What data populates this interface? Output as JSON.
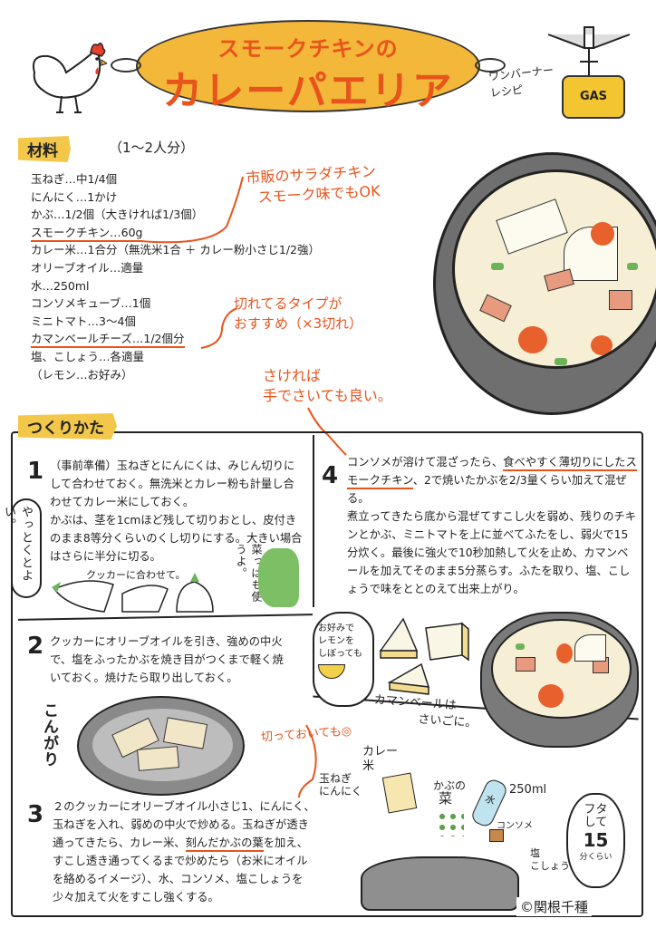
{
  "title": {
    "sub": "スモークチキンの",
    "main": "カレーパエリア"
  },
  "one_burner_label": [
    "ワンバーナー",
    "レシピ"
  ],
  "gas_label": "GAS",
  "ingredients": {
    "heading": "材料",
    "servings": "（1〜2人分）",
    "items": [
      {
        "text": "玉ねぎ…中1/4個",
        "underline": false
      },
      {
        "text": "にんにく…1かけ",
        "underline": false
      },
      {
        "text": "かぶ…1/2個（大きければ1/3個）",
        "underline": false
      },
      {
        "text": "スモークチキン…60g",
        "underline": true
      },
      {
        "text": "カレー米…1合分（無洗米1合 ＋ カレー粉小さじ1/2強）",
        "underline": false
      },
      {
        "text": "オリーブオイル…適量",
        "underline": false
      },
      {
        "text": "水…250ml",
        "underline": false
      },
      {
        "text": "コンソメキューブ…1個",
        "underline": false
      },
      {
        "text": "ミニトマト…3〜4個",
        "underline": false
      },
      {
        "text": "カマンベールチーズ…1/2個分",
        "underline": true
      },
      {
        "text": "塩、こしょう…各適量",
        "underline": false
      },
      {
        "text": "（レモン…お好み）",
        "underline": false
      }
    ]
  },
  "notes": {
    "chicken": [
      "市販のサラダチキン",
      "スモーク味でもOK"
    ],
    "cheese": [
      "切れてるタイプが",
      "おすすめ（×3切れ）"
    ],
    "tear": [
      "さければ",
      "手でさいても良い。"
    ],
    "precut": "切っておいても◎"
  },
  "method": {
    "heading": "つくりかた",
    "steps": [
      {
        "num": "1",
        "parts": [
          {
            "t": "（事前準備）玉ねぎとにんにくは、みじん切りにして合わせておく。無洗米とカレー粉も計量し合わせてカレー米にしておく。"
          },
          {
            "t": "かぶは、茎を1cmほど残して切りおとし、皮付きのまま8等分くらいのくし切りにする。大きい場合はさらに半分に切る。"
          }
        ]
      },
      {
        "num": "2",
        "parts": [
          {
            "t": "クッカーにオリーブオイルを引き、強めの中火で、塩をふったかぶを焼き目がつくまで軽く焼いておく。焼けたら取り出しておく。"
          }
        ]
      },
      {
        "num": "3",
        "parts": [
          {
            "t": "２のクッカーにオリーブオイル小さじ1、にんにく、玉ねぎを入れ、弱めの中火で炒める。玉ねぎが透き通ってきたら、カレー米、"
          },
          {
            "t": "刻んだかぶの葉"
          },
          {
            "t": "を加え、すこし透き通ってくるまで炒めたら（お米にオイルを絡めるイメージ）、水、コンソメ、塩こしょうを少々加えて火をすこし強くする。"
          }
        ]
      },
      {
        "num": "4",
        "parts": [
          {
            "t": "コンソメが溶けて混ざったら、"
          },
          {
            "t": "食べやすく薄切りにしたスモークチキン"
          },
          {
            "t": "、2で焼いたかぶを2/3量くらい加えて混ぜる。"
          },
          {
            "t": "煮立ってきたら底から混ぜてすこし火を弱め、残りのチキンとかぶ、ミニトマトを上に並べてふたをし、弱火で15分炊く。最後に強火で10秒加熱して火を止め、カマンベールを加えてそのまま5分蒸らす。ふたを取り、塩、こしょうで味をととのえて出来上がり。"
          }
        ]
      }
    ]
  },
  "illustration_labels": {
    "prep_tip": "やっとくとよい。",
    "fit_cooker": "クッカーに合わせて。",
    "leaves": "菜っぱも使うよ。",
    "browned": "こんがり",
    "lemon": [
      "お好みで",
      "レモンを",
      "しぼっても"
    ],
    "camembert": [
      "カマンベールは",
      "さいごに。"
    ],
    "curry_rice": [
      "カレー",
      "米"
    ],
    "onion_garlic": [
      "玉ねぎ",
      "にんにく"
    ],
    "turnip_leaves": [
      "かぶの",
      "菜"
    ],
    "water_amount": "250ml",
    "water": "水",
    "consomme": "コンソメ",
    "salt_pepper": [
      "塩",
      "こしょう"
    ],
    "lid": [
      "フタ",
      "して"
    ],
    "minutes": "15",
    "minutes_suffix": "分くらい"
  },
  "credit": "©関根千種",
  "colors": {
    "accent": "#e8541c",
    "yellow": "#f3b73a",
    "pan": "#6f6f6f"
  }
}
